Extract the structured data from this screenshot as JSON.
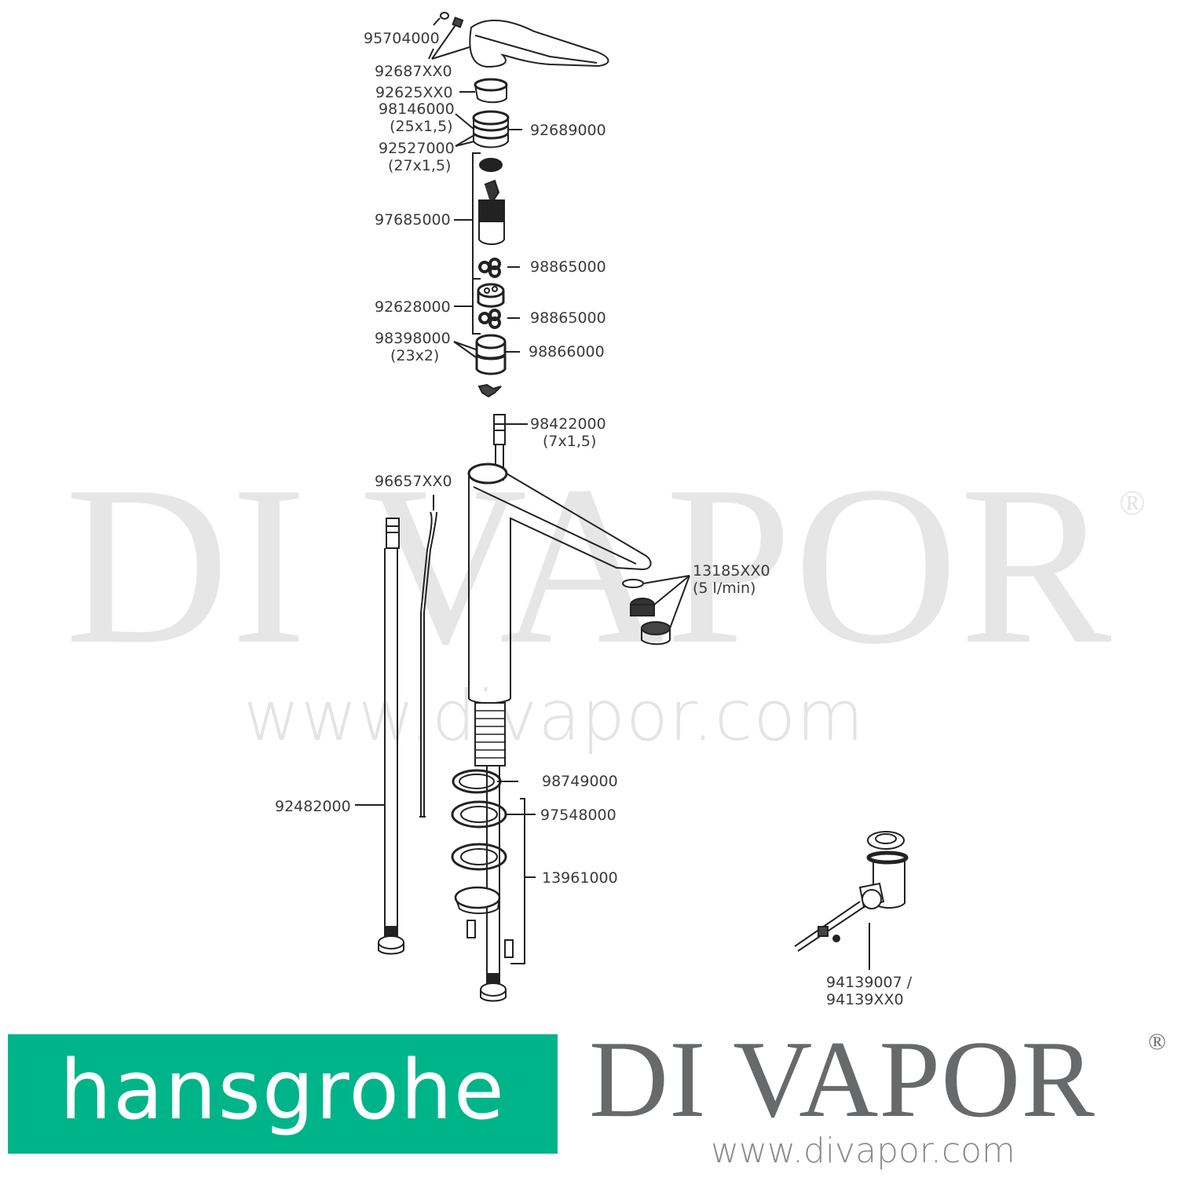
{
  "watermark": {
    "brand": "DI VAPOR",
    "registered": "®",
    "url": "www.divapor.com"
  },
  "parts": [
    {
      "id": "p1",
      "number": "95704000",
      "spec": ""
    },
    {
      "id": "p2",
      "number": "92687XX0",
      "spec": ""
    },
    {
      "id": "p3",
      "number": "92625XX0",
      "spec": ""
    },
    {
      "id": "p4",
      "number": "98146000",
      "spec": "(25x1,5)"
    },
    {
      "id": "p5",
      "number": "92689000",
      "spec": ""
    },
    {
      "id": "p6",
      "number": "92527000",
      "spec": "(27x1,5)"
    },
    {
      "id": "p7",
      "number": "97685000",
      "spec": ""
    },
    {
      "id": "p8",
      "number": "98865000",
      "spec": ""
    },
    {
      "id": "p9",
      "number": "92628000",
      "spec": ""
    },
    {
      "id": "p10",
      "number": "98865000",
      "spec": ""
    },
    {
      "id": "p11",
      "number": "98398000",
      "spec": "(23x2)"
    },
    {
      "id": "p12",
      "number": "98866000",
      "spec": ""
    },
    {
      "id": "p13",
      "number": "98422000",
      "spec": "(7x1,5)"
    },
    {
      "id": "p14",
      "number": "96657XX0",
      "spec": ""
    },
    {
      "id": "p15",
      "number": "13185XX0",
      "spec": "(5 l/min)"
    },
    {
      "id": "p16",
      "number": "98749000",
      "spec": ""
    },
    {
      "id": "p17",
      "number": "97548000",
      "spec": ""
    },
    {
      "id": "p18",
      "number": "92482000",
      "spec": ""
    },
    {
      "id": "p19",
      "number": "13961000",
      "spec": ""
    },
    {
      "id": "p20",
      "number": "94139007 /",
      "spec": "94139XX0"
    }
  ],
  "logos": {
    "hansgrohe": {
      "text": "hansgrohe",
      "color": "#00b48a"
    },
    "divapor": {
      "text": "DI VAPOR",
      "registered": "®",
      "url": "www.divapor.com",
      "color": "#68696b"
    }
  }
}
